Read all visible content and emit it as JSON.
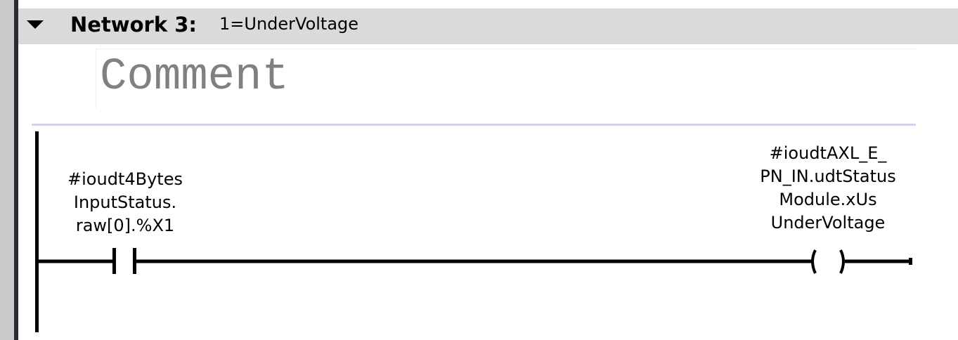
{
  "network": {
    "title": "Network 3:",
    "description": "1=UnderVoltage"
  },
  "comment": {
    "placeholder": "Comment"
  },
  "contact": {
    "operand_lines": [
      "#ioudt4Bytes",
      "InputStatus.",
      "raw[0].%X1"
    ]
  },
  "coil": {
    "operand_lines": [
      "#ioudtAXL_E_",
      "PN_IN.udtStatus",
      "Module.xUs",
      "UnderVoltage"
    ]
  }
}
